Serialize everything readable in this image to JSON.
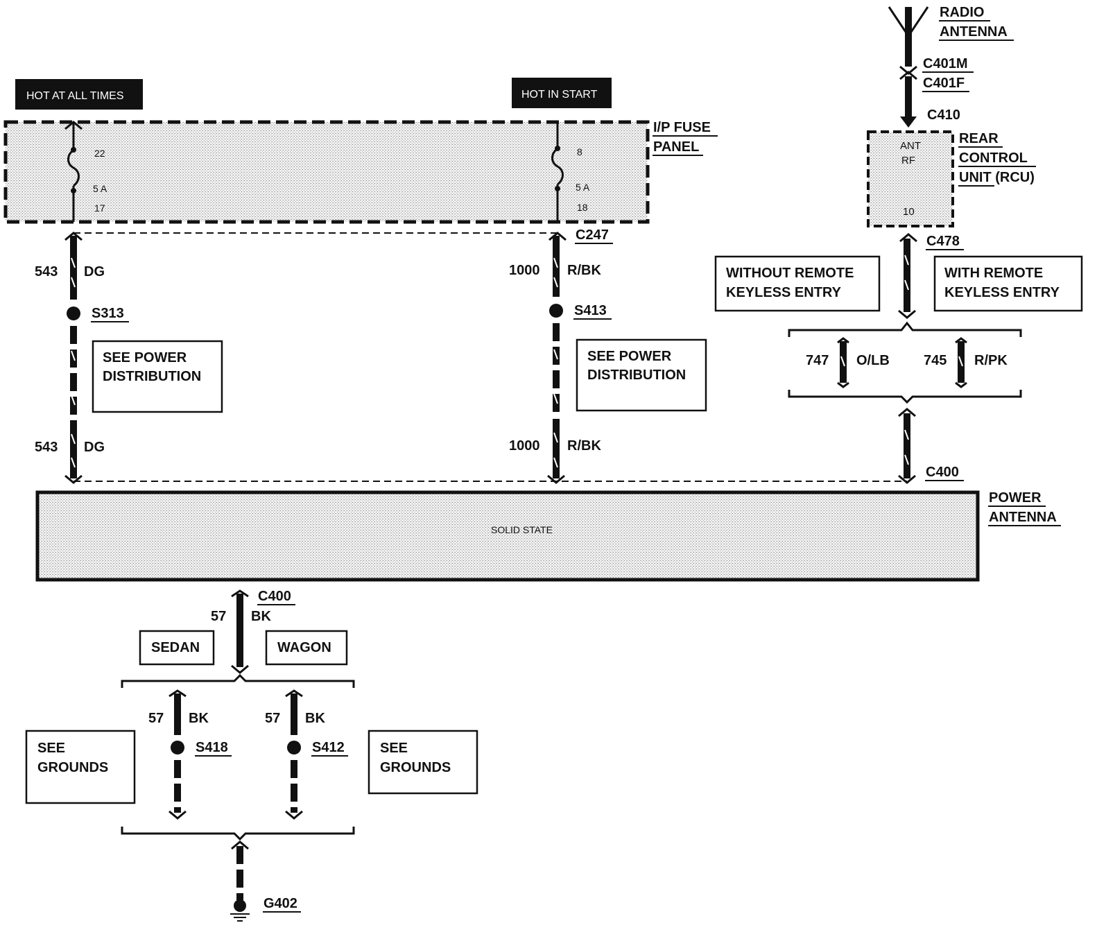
{
  "power_labels": {
    "hot_at_all_times": "HOT AT ALL TIMES",
    "hot_in_start": "HOT IN START"
  },
  "fuse_panel": {
    "title_line1": "I/P FUSE",
    "title_line2": "PANEL",
    "fuse_left": {
      "pin_top": "22",
      "rating": "5 A",
      "pin_bottom": "17"
    },
    "fuse_right": {
      "pin_top": "8",
      "rating": "5 A",
      "pin_bottom": "18"
    }
  },
  "connectors": {
    "c247": "C247",
    "c478": "C478",
    "c410": "C410",
    "c401m": "C401M",
    "c401f": "C401F",
    "c400_top": "C400",
    "c400_bottom": "C400"
  },
  "antenna": {
    "line1": "RADIO",
    "line2": "ANTENNA"
  },
  "rcu": {
    "line1": "REAR",
    "line2": "CONTROL",
    "line3": "UNIT (RCU)",
    "pin_ant": "ANT",
    "pin_rf": "RF",
    "pin_10": "10"
  },
  "left_circuit": {
    "number_top": "543",
    "color_top": "DG",
    "splice": "S313",
    "see_line1": "SEE POWER",
    "see_line2": "DISTRIBUTION",
    "number_bottom": "543",
    "color_bottom": "DG"
  },
  "mid_circuit": {
    "number_top": "1000",
    "color_top": "R/BK",
    "splice": "S413",
    "see_line1": "SEE POWER",
    "see_line2": "DISTRIBUTION",
    "number_bottom": "1000",
    "color_bottom": "R/BK"
  },
  "keyless": {
    "without_line1": "WITHOUT REMOTE",
    "without_line2": "KEYLESS ENTRY",
    "with_line1": "WITH REMOTE",
    "with_line2": "KEYLESS ENTRY",
    "left_number": "747",
    "left_color": "O/LB",
    "right_number": "745",
    "right_color": "R/PK"
  },
  "power_antenna": {
    "line1": "POWER",
    "line2": "ANTENNA",
    "inner": "SOLID STATE"
  },
  "ground_circuit": {
    "number": "57",
    "color": "BK",
    "sedan": "SEDAN",
    "wagon": "WAGON",
    "left_number": "57",
    "left_color": "BK",
    "left_splice": "S418",
    "right_number": "57",
    "right_color": "BK",
    "right_splice": "S412",
    "see_left_line1": "SEE",
    "see_left_line2": "GROUNDS",
    "see_right_line1": "SEE",
    "see_right_line2": "GROUNDS",
    "ground": "G402"
  }
}
